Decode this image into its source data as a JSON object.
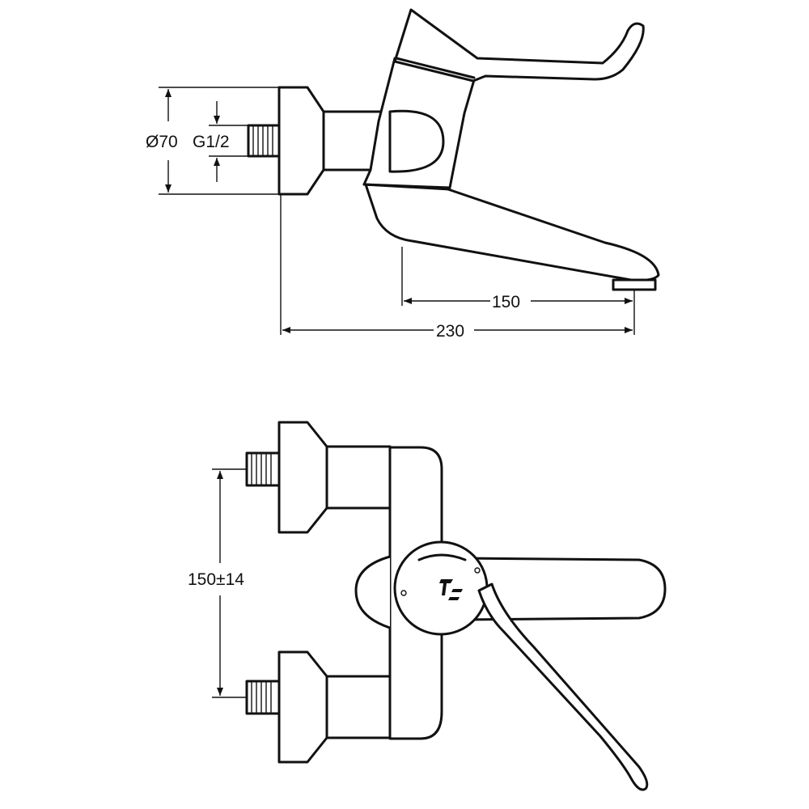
{
  "dimensions": {
    "diameter": "Ø70",
    "thread": "G1/2",
    "spout_reach": "150",
    "overall_depth": "230",
    "inlet_spacing": "150±14"
  },
  "colors": {
    "line": "#111111",
    "background": "#ffffff"
  }
}
